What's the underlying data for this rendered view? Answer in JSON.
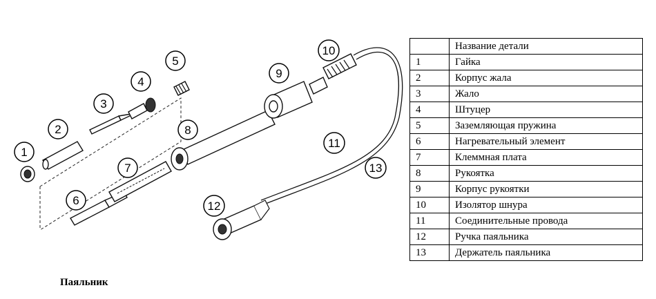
{
  "caption": "Паяльник",
  "table": {
    "header": {
      "num": "",
      "name": "Название детали"
    },
    "rows": [
      {
        "num": "1",
        "name": "Гайка"
      },
      {
        "num": "2",
        "name": "Корпус жала"
      },
      {
        "num": "3",
        "name": "Жало"
      },
      {
        "num": "4",
        "name": "Штуцер"
      },
      {
        "num": "5",
        "name": "Заземляющая пружина"
      },
      {
        "num": "6",
        "name": "Нагревательный элемент"
      },
      {
        "num": "7",
        "name": "Клеммная плата"
      },
      {
        "num": "8",
        "name": "Рукоятка"
      },
      {
        "num": "9",
        "name": "Корпус рукоятки"
      },
      {
        "num": "10",
        "name": "Изолятор шнура"
      },
      {
        "num": "11",
        "name": "Соединительные провода"
      },
      {
        "num": "12",
        "name": "Ручка паяльника"
      },
      {
        "num": "13",
        "name": "Держатель паяльника"
      }
    ]
  },
  "callouts": [
    "1",
    "2",
    "3",
    "4",
    "5",
    "6",
    "7",
    "8",
    "9",
    "10",
    "11",
    "12",
    "13"
  ]
}
